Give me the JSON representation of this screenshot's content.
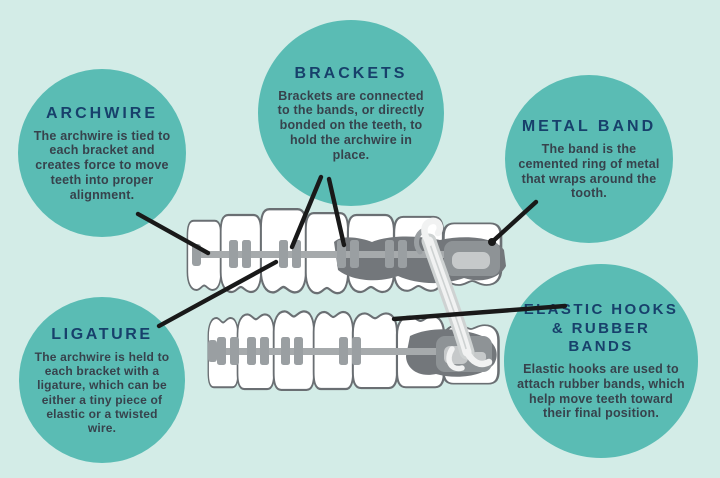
{
  "colors": {
    "bg": "#d3ece7",
    "circle": "#5abcb4",
    "title": "#17406b",
    "body": "#37424c",
    "line": "#191919",
    "tooth-fill": "#ffffff",
    "tooth-stroke": "#6a6f73",
    "metal": "#9a9fa2",
    "wire": "#a6aaac",
    "shadow": "#73777b",
    "band": "#8e9396",
    "band-light": "#c6c9ca",
    "elastic": "#f1f2f2",
    "elastic-edge": "#ced2d2"
  },
  "callouts": [
    {
      "id": "archwire",
      "title": "ARCHWIRE",
      "body": "The archwire is tied to each bracket and creates force to move teeth into proper alignment."
    },
    {
      "id": "brackets",
      "title": "BRACKETS",
      "body": "Brackets are connected to the bands, or directly bonded on the teeth, to hold the archwire in place."
    },
    {
      "id": "metal-band",
      "title": "METAL BAND",
      "body": "The band is the cemented ring of metal that wraps around the tooth."
    },
    {
      "id": "ligature",
      "title": "LIGATURE",
      "body": "The archwire is held to each bracket with a ligature, which can be either a tiny piece of elastic or a twisted wire."
    },
    {
      "id": "elastic-hooks",
      "title": "ELASTIC HOOKS & RUBBER BANDS",
      "body": "Elastic hooks are used to attach rubber bands, which help move teeth toward their final position."
    }
  ],
  "illustration": {
    "name": "teeth-with-braces",
    "parts": [
      "upper-teeth-row",
      "lower-teeth-row",
      "archwire",
      "brackets",
      "metal-band",
      "ligature-ties",
      "elastic-hook-and-rubber-band"
    ]
  }
}
